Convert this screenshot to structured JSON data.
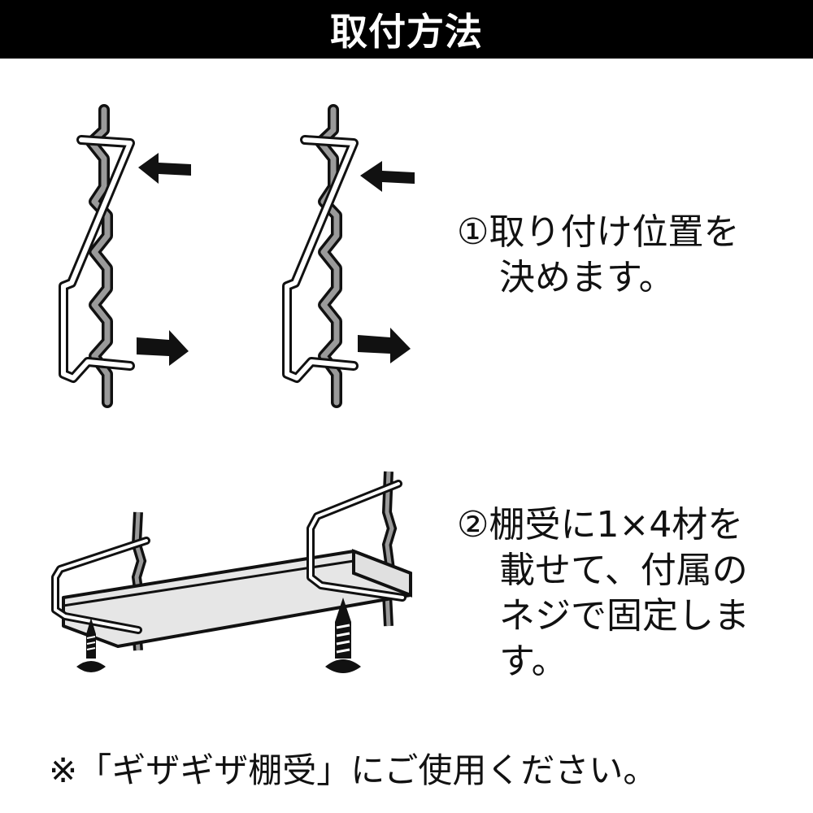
{
  "header": {
    "title": "取付方法"
  },
  "steps": [
    {
      "number": "①",
      "lines": [
        "取り付け位置を",
        "決めます。"
      ]
    },
    {
      "number": "②",
      "lines": [
        "棚受に1×4材を",
        "載せて、付属の",
        "ネジで固定しま",
        "す。"
      ]
    }
  ],
  "note": {
    "text": "※「ギザギザ棚受」にご使用ください。"
  },
  "colors": {
    "header_bg": "#000000",
    "header_text": "#ffffff",
    "rail_fill": "#9a9a9a",
    "board_fill": "#e6e6e6",
    "stroke": "#111111"
  }
}
